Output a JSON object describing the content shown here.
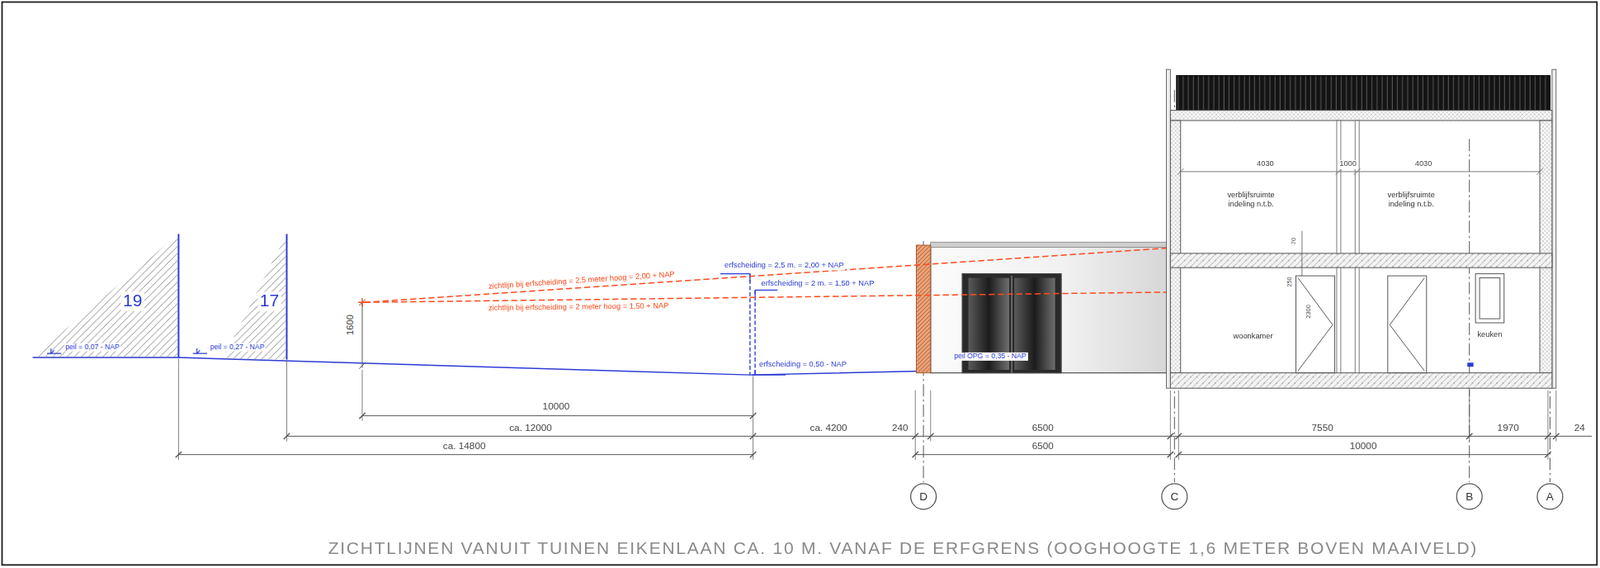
{
  "diagram": {
    "caption": "ZICHTLIJNEN VANUIT TUINEN EIKENLAAN CA. 10 M. VANAF DE ERFGRENS (OOGHOOGTE 1,6 METER BOVEN MAAIVELD)",
    "nodes": [
      {
        "text": [
          "19"
        ]
      },
      {
        "text": [
          "17"
        ]
      },
      {
        "text": [
          "D"
        ]
      },
      {
        "text": [
          "C"
        ]
      },
      {
        "text": [
          "B"
        ]
      },
      {
        "text": [
          "A"
        ]
      }
    ],
    "labels": [
      "peil = 0,07 - NAP",
      "peil = 0,27 - NAP",
      "1600",
      "zichtlijn bij erfscheiding = 2,5 meter hoog = 2,00 + NAP",
      "zichtlijn bij erfscheiding = 2 meter hoog = 1,50 + NAP",
      "erfscheiding = 2,5 m. = 2,00 + NAP",
      "erfscheiding = 2 m. = 1,50 + NAP",
      "erfscheiding = 0,50 - NAP",
      "peil OPG = 0,35 - NAP",
      "4030",
      "1000",
      "4030",
      "verblijfsruimte indeling n.t.b.",
      "verblijfsruimte indeling n.t.b.",
      "70",
      "250",
      "2300",
      "woonkamer",
      "keuken",
      "10000",
      "ca. 12000",
      "ca. 14800",
      "ca. 4200",
      "240",
      "6500",
      "6500",
      "7550",
      "1970",
      "24",
      "10000"
    ]
  }
}
